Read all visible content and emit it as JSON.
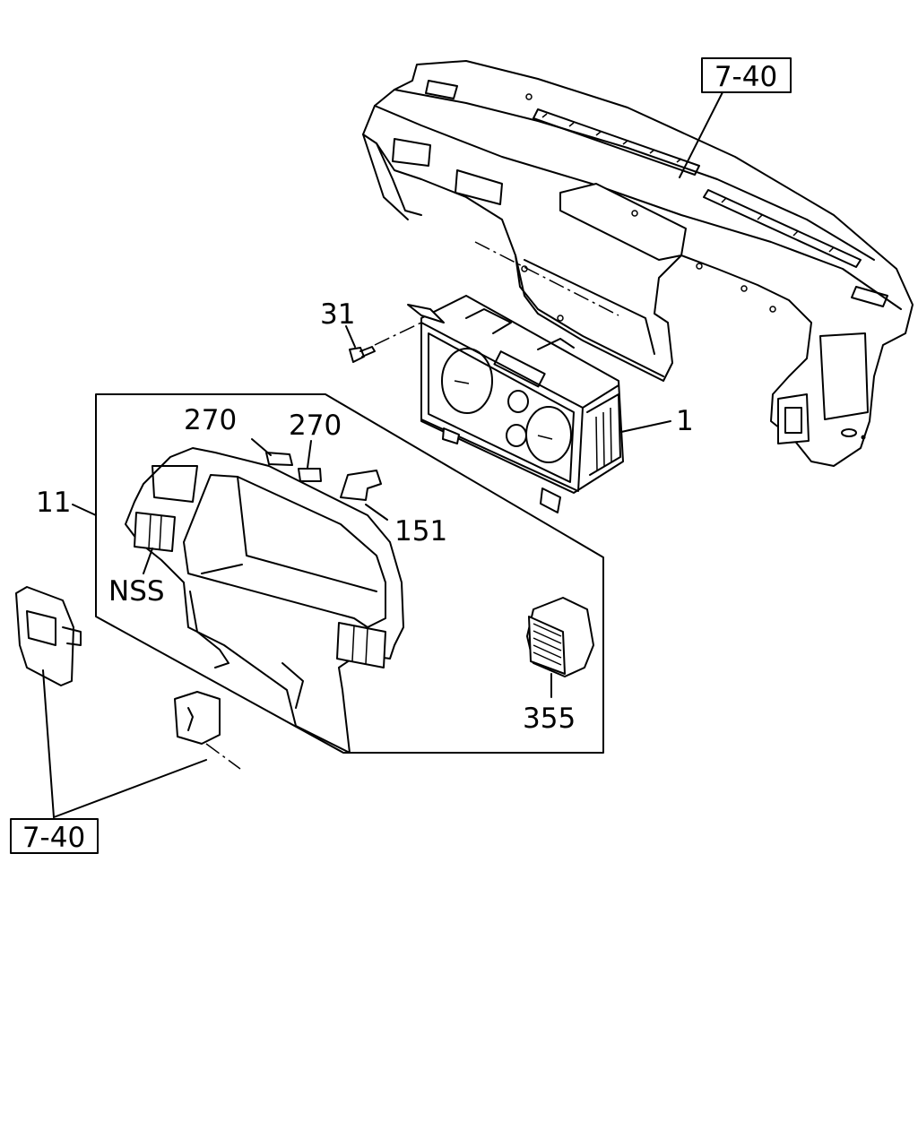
{
  "callouts": {
    "ref_top": "7-40",
    "ref_bottom": "7-40",
    "part_1": "1",
    "part_11": "11",
    "part_31": "31",
    "part_151": "151",
    "part_270_a": "270",
    "part_270_b": "270",
    "part_355": "355",
    "nss": "NSS"
  }
}
